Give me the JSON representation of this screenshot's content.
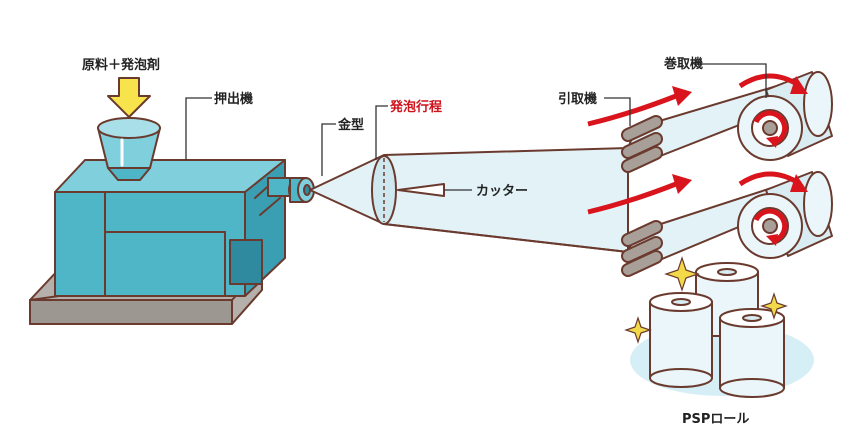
{
  "labels": {
    "raw_material": "原料＋発泡剤",
    "extruder": "押出機",
    "die": "金型",
    "foaming": "発泡行程",
    "cutter": "カッター",
    "puller": "引取機",
    "winder": "巻取機",
    "psp_roll": "PSPロール"
  },
  "colors": {
    "machine_teal": "#4fb6c8",
    "machine_light": "#7fcfdc",
    "base_gray": "#b5b0ab",
    "outline": "#6b3a2e",
    "arrow_red": "#d9141c",
    "hopper_arrow": "#f7e34b",
    "film": "#e3f2f7",
    "roll_light": "#d8ecf2",
    "sparkle": "#f2d94a",
    "highlight_text": "#d0121b"
  },
  "icons": {
    "feed_arrow": "down-arrow-icon",
    "flow_arrows": "curved-red-arrow-icon",
    "sparkle": "sparkle-icon"
  }
}
